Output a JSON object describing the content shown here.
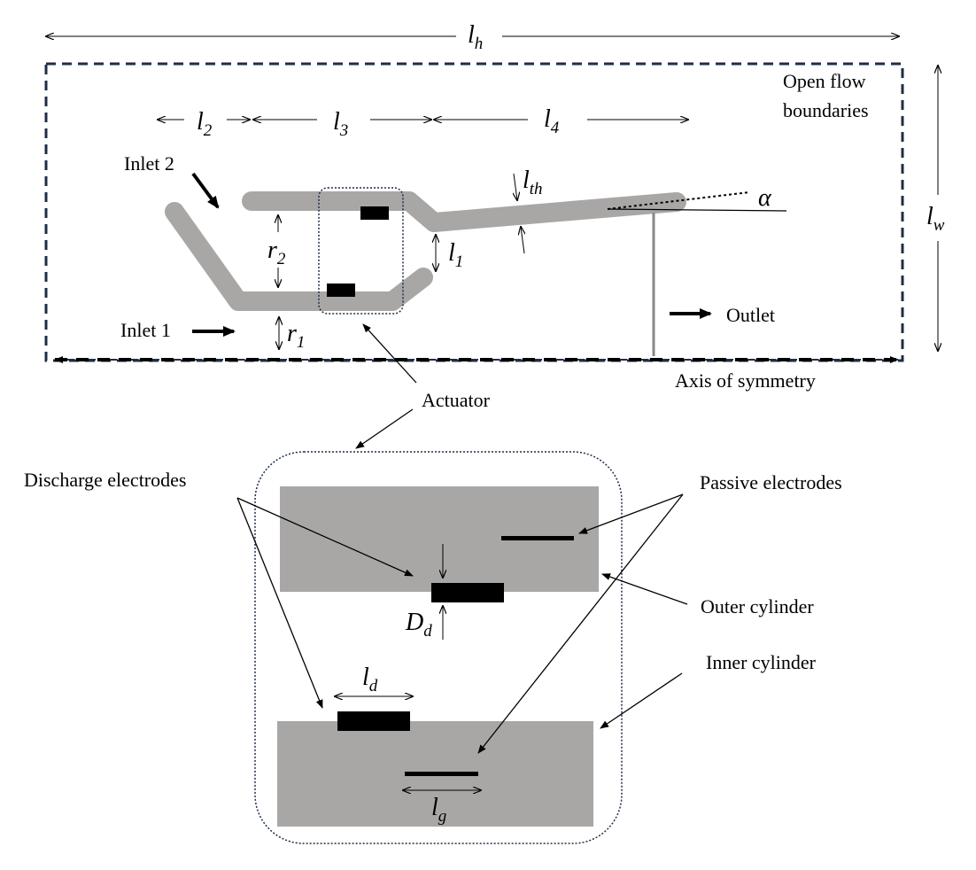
{
  "labels": {
    "open_flow_1": "Open flow",
    "open_flow_2": "boundaries",
    "inlet_2": "Inlet 2",
    "inlet_1": "Inlet 1",
    "outlet": "Outlet",
    "axis": "Axis of symmetry",
    "actuator": "Actuator",
    "discharge": "Discharge electrodes",
    "passive": "Passive electrodes",
    "outer": "Outer cylinder",
    "inner": "Inner cylinder"
  },
  "symbols": {
    "lh": {
      "base": "l",
      "sub": "h"
    },
    "lw": {
      "base": "l",
      "sub": "w"
    },
    "l2": {
      "base": "l",
      "sub": "2"
    },
    "l3": {
      "base": "l",
      "sub": "3"
    },
    "l4": {
      "base": "l",
      "sub": "4"
    },
    "lth": {
      "base": "l",
      "sub": "th"
    },
    "l1": {
      "base": "l",
      "sub": "1"
    },
    "r1": {
      "base": "r",
      "sub": "1"
    },
    "r2": {
      "base": "r",
      "sub": "2"
    },
    "alpha": "α",
    "Dd": {
      "base": "D",
      "sub": "d"
    },
    "ld": {
      "base": "l",
      "sub": "d"
    },
    "lg": {
      "base": "l",
      "sub": "g"
    }
  },
  "colors": {
    "body_gray": "#a9a7a6",
    "boundary": "#1f2d47",
    "electrode": "#000000",
    "stroke": "#000000"
  }
}
